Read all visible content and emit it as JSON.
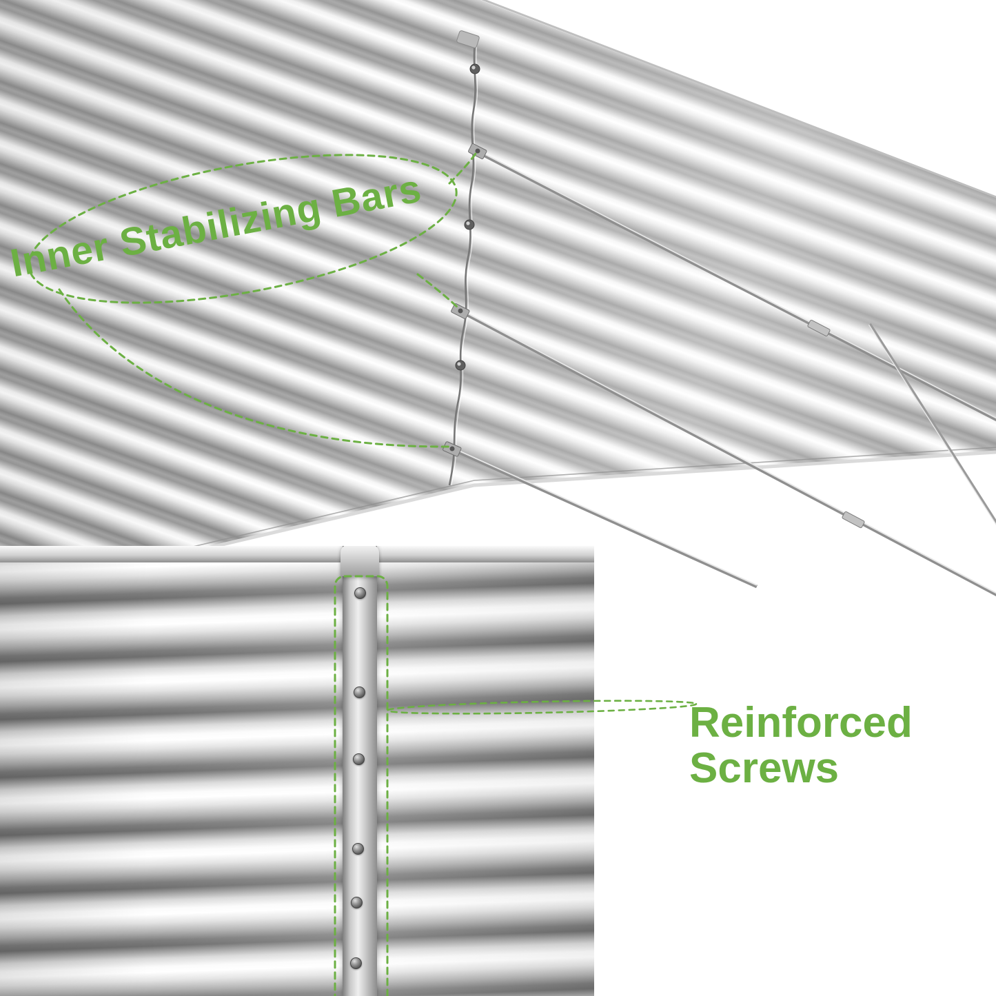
{
  "canvas": {
    "background": "#ffffff",
    "accent_green": "#6cb043",
    "metal_light": "#f4f4f4",
    "metal_dark": "#8d8d8d"
  },
  "callouts": {
    "inner_bars": "Inner Stabilizing Bars",
    "reinforced_line1": "Reinforced",
    "reinforced_line2": "Screws"
  }
}
